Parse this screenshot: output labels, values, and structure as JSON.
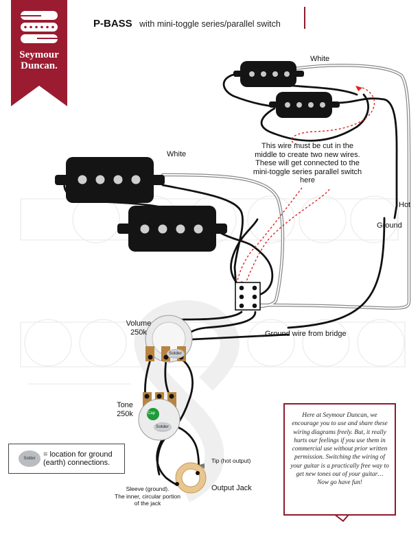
{
  "brand": {
    "name_line1": "Seymour",
    "name_line2": "Duncan.",
    "colors": {
      "ribbon": "#9b1b30",
      "accent": "#8b1a2b"
    },
    "logo_icon": "seymour-duncan-s-logo-icon"
  },
  "header": {
    "title": "P-BASS",
    "subtitle": "with mini-toggle series/parallel switch"
  },
  "labels": {
    "white_top": "White",
    "white_left": "White",
    "hot": "Hot",
    "ground": "Ground",
    "volume_line1": "Volume",
    "volume_line2": "250k",
    "tone_line1": "Tone",
    "tone_line2": "250k",
    "ground_bridge": "Ground wire from bridge",
    "tip": "Tip (hot output)",
    "output_jack": "Output Jack",
    "sleeve_line1": "Sleeve (ground).",
    "sleeve_line2": "The inner, circular portion",
    "sleeve_line3": "of the jack",
    "solder_vol": "Solder",
    "solder_tone": "Solder",
    "cap": "Cap"
  },
  "note": {
    "line1": "This wire must be cut in the",
    "line2": "middle to create two new wires.",
    "line3": "These will get connected to the",
    "line4": "mini-toggle series parallel switch",
    "line5": "here"
  },
  "legend": {
    "blob_label": "Solder",
    "text_line1": "= location for ground",
    "text_line2": "(earth) connections."
  },
  "quote": {
    "text": "Here at Seymour Duncan, we encourage you to use and share these wiring diagrams freely. But, it really hurts our feelings if you use them in commercial use without prior written permission. Switching the wiring of your guitar is a practically free way to get new tones out of your guitar… Now go have fun!"
  }
}
